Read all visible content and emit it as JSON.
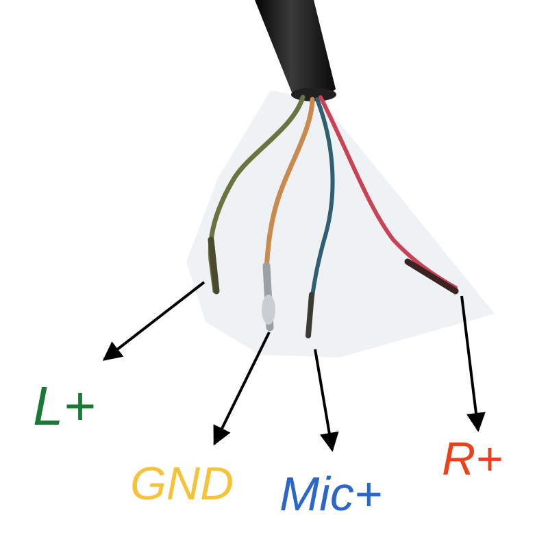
{
  "wires": [
    {
      "id": "left",
      "label": "L+",
      "label_color": "#1a7a35",
      "wire_color": "#6b7440"
    },
    {
      "id": "ground",
      "label": "GND",
      "label_color": "#f5c23a",
      "wire_color": "#c98a4e"
    },
    {
      "id": "mic",
      "label": "Mic+",
      "label_color": "#2b66c9",
      "wire_color": "#2f5f72"
    },
    {
      "id": "right",
      "label": "R+",
      "label_color": "#e8431c",
      "wire_color": "#c94155"
    }
  ],
  "colors": {
    "cable": "#161616",
    "tape": "#eef1f3",
    "arrow": "#000000",
    "background": "#ffffff"
  }
}
